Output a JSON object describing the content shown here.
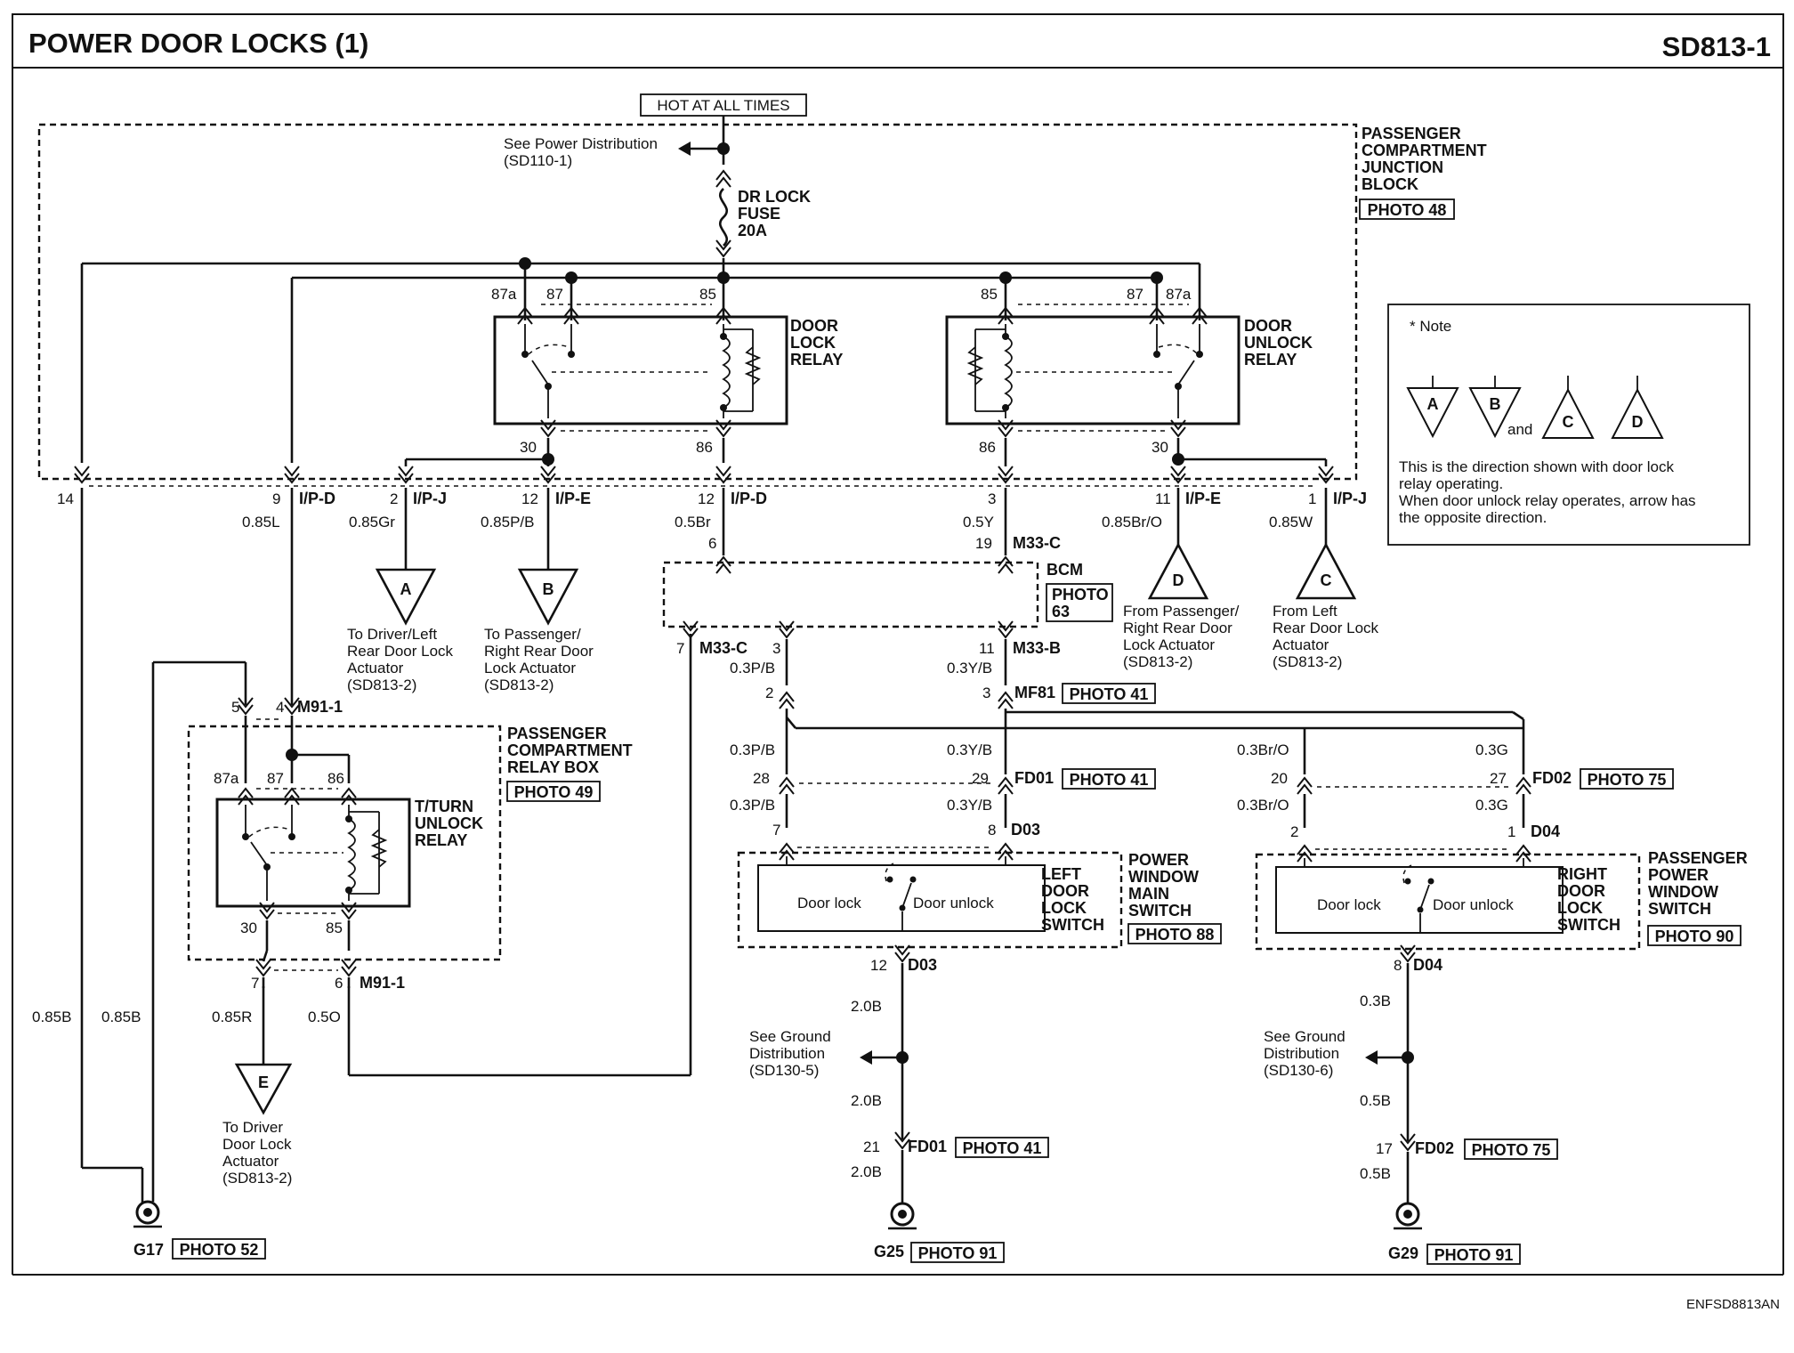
{
  "header": {
    "title": "POWER DOOR LOCKS (1)",
    "code": "SD813-1"
  },
  "footer_code": "ENFSD8813AN",
  "power": {
    "hot_label": "HOT AT ALL TIMES",
    "see_power_1": "See Power Distribution",
    "see_power_2": "(SD110-1)",
    "fuse": [
      "DR LOCK",
      "FUSE",
      "20A"
    ]
  },
  "junction_block": {
    "lines": [
      "PASSENGER",
      "COMPARTMENT",
      "JUNCTION",
      "BLOCK"
    ],
    "photo": "PHOTO 48"
  },
  "door_lock_relay": {
    "lines": [
      "DOOR",
      "LOCK",
      "RELAY"
    ],
    "pins": [
      "87a",
      "87",
      "85",
      "30",
      "86"
    ]
  },
  "door_unlock_relay": {
    "lines": [
      "DOOR",
      "UNLOCK",
      "RELAY"
    ],
    "pins": [
      "85",
      "87",
      "87a",
      "86",
      "30"
    ]
  },
  "note": {
    "title": "* Note",
    "and": "and",
    "symbols": [
      "A",
      "B",
      "C",
      "D"
    ],
    "text": [
      "This is the direction shown with door lock",
      "relay operating.",
      "When door unlock relay operates, arrow has",
      "the opposite direction."
    ]
  },
  "jb_terminals": {
    "t14": "14",
    "t9": "9",
    "ip_d_1": "I/P-D",
    "t2": "2",
    "ip_j_1": "I/P-J",
    "t12a": "12",
    "ip_e_1": "I/P-E",
    "t12b": "12",
    "ip_d_2": "I/P-D",
    "t3": "3",
    "t11": "11",
    "ip_e_2": "I/P-E",
    "t1": "1",
    "ip_j_2": "I/P-J"
  },
  "wires": {
    "w085L": "0.85L",
    "w085Gr": "0.85Gr",
    "w085PB": "0.85P/B",
    "w05Br": "0.5Br",
    "w05Y": "0.5Y",
    "w085BrO": "0.85Br/O",
    "w085W": "0.85W",
    "w085B_1": "0.85B",
    "w085B_2": "0.85B",
    "w085R": "0.85R",
    "w05O": "0.5O",
    "w03PB_1": "0.3P/B",
    "w03YB_1": "0.3Y/B",
    "w03PB_2": "0.3P/B",
    "w03YB_2": "0.3Y/B",
    "w03PB_3": "0.3P/B",
    "w03YB_3": "0.3Y/B",
    "w03BrO_1": "0.3Br/O",
    "w03G_1": "0.3G",
    "w03BrO_2": "0.3Br/O",
    "w03G_2": "0.3G",
    "w20B_1": "2.0B",
    "w20B_2": "2.0B",
    "w20B_3": "2.0B",
    "w03B": "0.3B",
    "w05B_1": "0.5B",
    "w05B_2": "0.5B"
  },
  "arrows": {
    "A": {
      "label": "A",
      "text": [
        "To Driver/Left",
        "Rear Door Lock",
        "Actuator",
        "(SD813-2)"
      ]
    },
    "B": {
      "label": "B",
      "text": [
        "To Passenger/",
        "Right Rear Door",
        "Lock Actuator",
        "(SD813-2)"
      ]
    },
    "D": {
      "label": "D",
      "text": [
        "From Passenger/",
        "Right Rear Door",
        "Lock Actuator",
        "(SD813-2)"
      ]
    },
    "C": {
      "label": "C",
      "text": [
        "From Left",
        "Rear Door Lock",
        "Actuator",
        "(SD813-2)"
      ]
    },
    "E": {
      "label": "E",
      "text": [
        "To Driver",
        "Door Lock",
        "Actuator",
        "(SD813-2)"
      ]
    }
  },
  "bcm": {
    "label": "BCM",
    "photo_1": "PHOTO",
    "photo_2": "63",
    "p6": "6",
    "p19": "19",
    "m33c_1": "M33-C",
    "p7": "7",
    "m33c_2": "M33-C",
    "p3": "3",
    "p11": "11",
    "m33b": "M33-B"
  },
  "mf81": {
    "p2": "2",
    "p3": "3",
    "label": "MF81",
    "photo": "PHOTO 41"
  },
  "fd01": {
    "p28": "28",
    "p29": "29",
    "label": "FD01",
    "photo": "PHOTO 41",
    "p21": "21",
    "photo_2": "PHOTO 41"
  },
  "fd02": {
    "p20": "20",
    "p27": "27",
    "label": "FD02",
    "photo": "PHOTO 75",
    "p17": "17",
    "photo_2": "PHOTO 75"
  },
  "d03": {
    "p7": "7",
    "p8": "8",
    "label": "D03",
    "p12": "12",
    "label_2": "D03"
  },
  "d04": {
    "p2": "2",
    "p1": "1",
    "label": "D04",
    "p8": "8",
    "label_2": "D04"
  },
  "left_switch": {
    "lock": "Door lock",
    "unlock": "Door unlock",
    "name": [
      "LEFT",
      "DOOR",
      "LOCK",
      "SWITCH"
    ],
    "module": [
      "POWER",
      "WINDOW",
      "MAIN",
      "SWITCH"
    ],
    "photo": "PHOTO 88"
  },
  "right_switch": {
    "lock": "Door lock",
    "unlock": "Door unlock",
    "name": [
      "RIGHT",
      "DOOR",
      "LOCK",
      "SWITCH"
    ],
    "module": [
      "PASSENGER",
      "POWER",
      "WINDOW",
      "SWITCH"
    ],
    "photo": "PHOTO 90"
  },
  "relay_box": {
    "lines": [
      "PASSENGER",
      "COMPARTMENT",
      "RELAY BOX"
    ],
    "photo": "PHOTO 49",
    "m91_1": "M91-1",
    "p5": "5",
    "p4": "4",
    "p87a": "87a",
    "p87": "87",
    "p86": "86",
    "p30": "30",
    "p85": "85",
    "p7": "7",
    "p6": "6",
    "m91_2": "M91-1",
    "relay": [
      "T/TURN",
      "UNLOCK",
      "RELAY"
    ]
  },
  "ground_dist": {
    "left": [
      "See Ground",
      "Distribution",
      "(SD130-5)"
    ],
    "right": [
      "See Ground",
      "Distribution",
      "(SD130-6)"
    ]
  },
  "grounds": {
    "g17": "G17",
    "g17_photo": "PHOTO 52",
    "g25": "G25",
    "g25_photo": "PHOTO 91",
    "g29": "G29",
    "g29_photo": "PHOTO 91"
  }
}
